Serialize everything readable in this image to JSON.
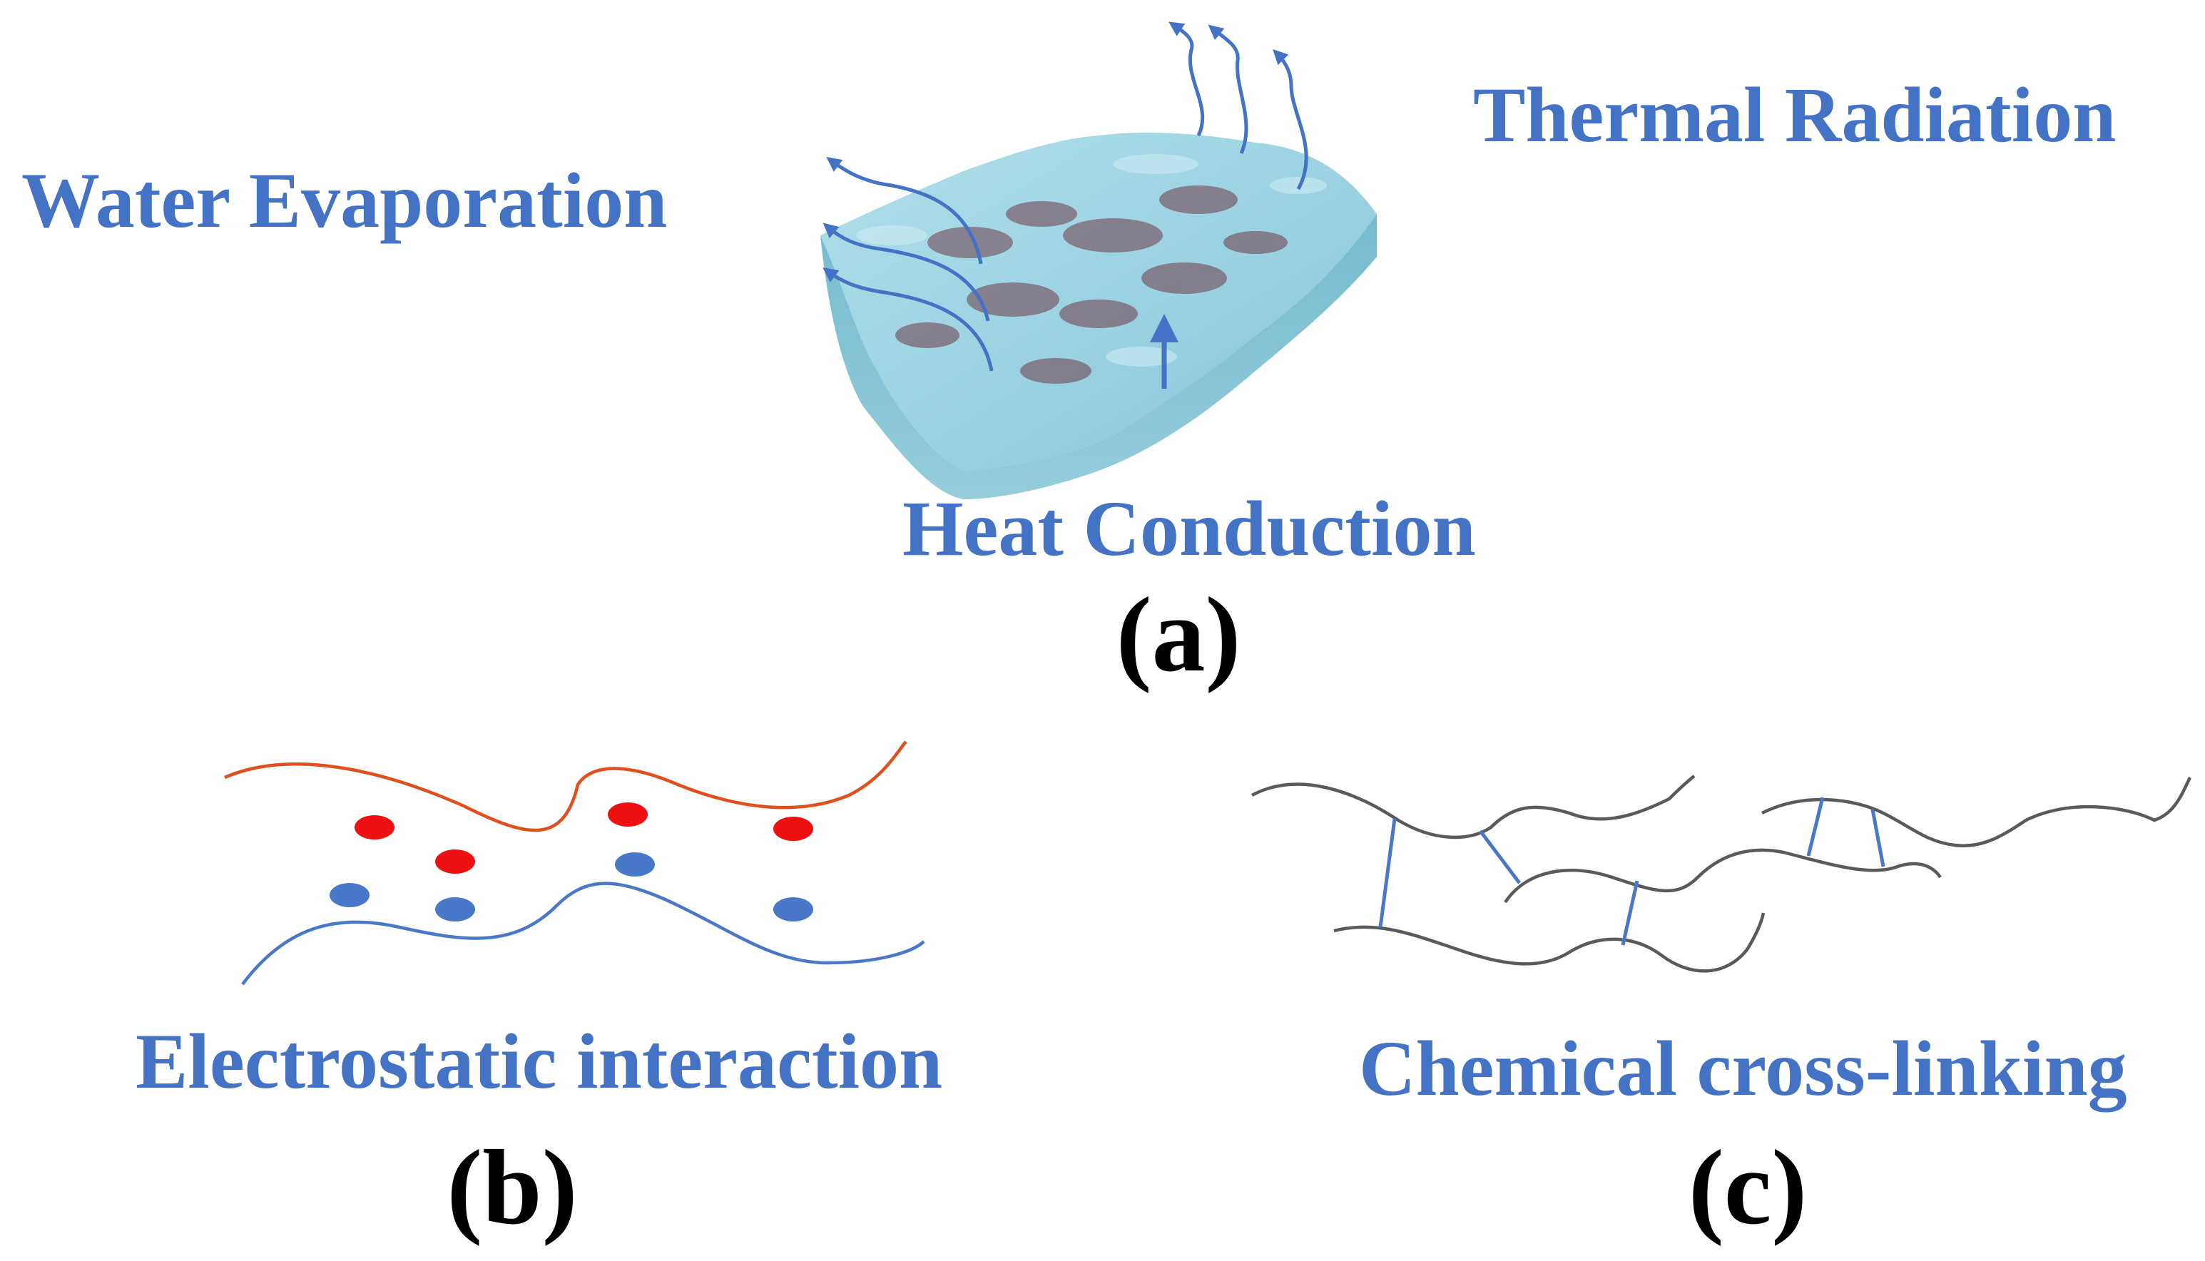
{
  "panel_a": {
    "labels": {
      "thermal_radiation": "Thermal Radiation",
      "water_evaporation": "Water Evaporation",
      "heat_conduction": "Heat Conduction"
    },
    "panel_label": "(a)"
  },
  "panel_b": {
    "caption": "Electrostatic interaction",
    "panel_label": "(b)"
  },
  "panel_c": {
    "caption": "Chemical cross-linking",
    "panel_label": "(c)"
  },
  "colors": {
    "label_blue": "#4472C4",
    "arrow_blue": "#4472C4",
    "hydrogel_fill": "#8CCBDB",
    "hydrogel_edge": "#5FAFC8",
    "hydrogel_inner": "#6E3A48",
    "positive_charge": "#EE1111",
    "negative_charge": "#4A78C8",
    "chain_red": "#E0501E",
    "chain_blue": "#4A78C8",
    "chain_gray": "#5A5A5A",
    "crosslink_blue": "#4A78C8"
  }
}
